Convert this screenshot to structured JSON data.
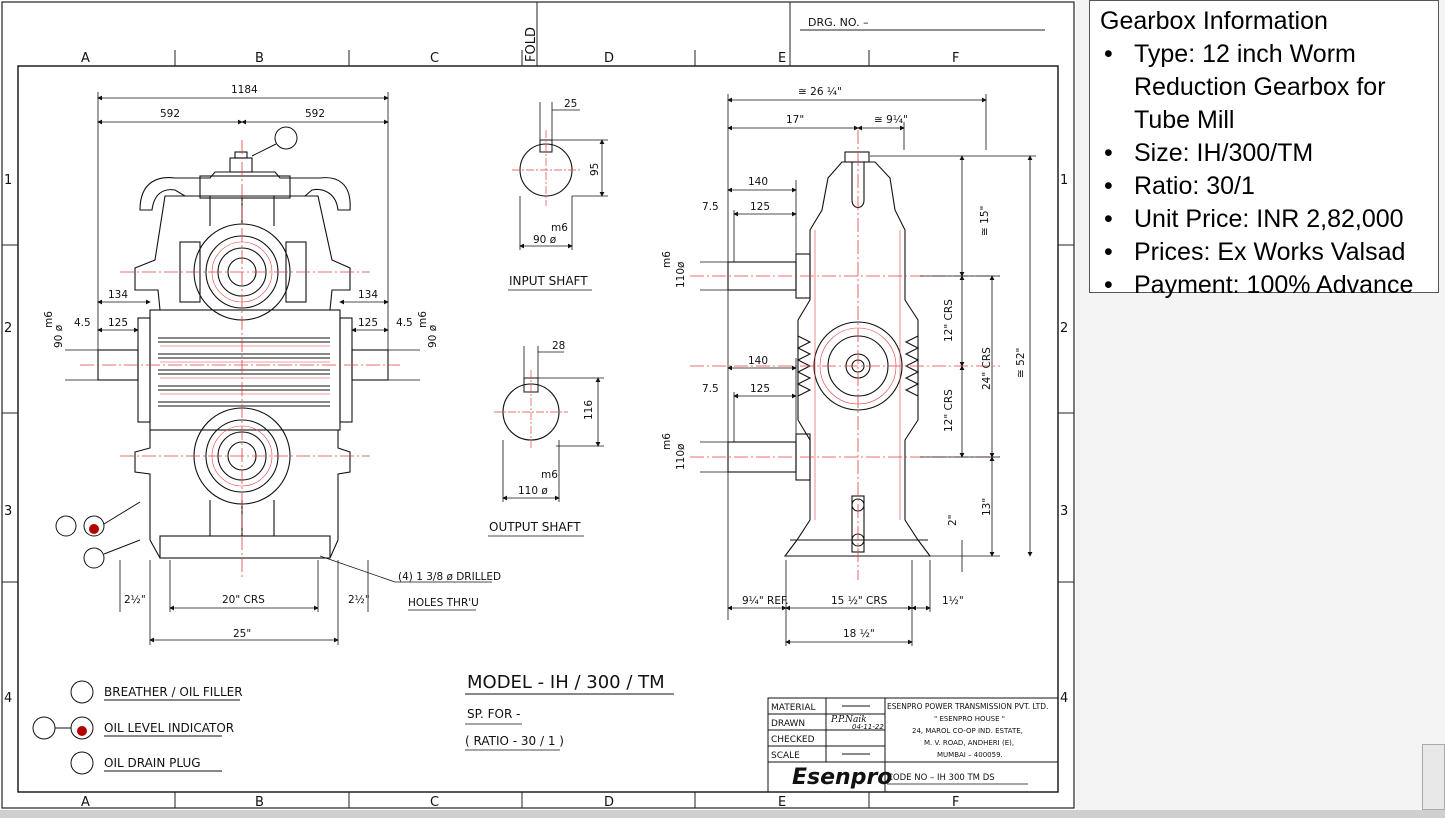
{
  "drawing": {
    "drg_no": "DRG. NO. –",
    "fold": "FOLD",
    "columns": [
      "A",
      "B",
      "C",
      "D",
      "E",
      "F"
    ],
    "rows": [
      "1",
      "2",
      "3",
      "4"
    ],
    "dims_front": {
      "overall": "1184",
      "half_left": "592",
      "half_right": "592",
      "left_134": "134",
      "right_134": "134",
      "left_125": "125",
      "right_125": "125",
      "left_45": "4.5",
      "right_45": "4.5",
      "left_shaft": "90 ø",
      "right_shaft": "90 ø",
      "m6": "m6",
      "base_left": "2½\"",
      "base_right": "2½\"",
      "crs": "20\" CRS",
      "base_width": "25\""
    },
    "holes_note": [
      "(4) 1 3/8 ø DRILLED",
      "HOLES THR'U"
    ],
    "input_shaft": {
      "key": "25",
      "dia": "90 ø",
      "height": "95",
      "tol": "m6",
      "label": "INPUT SHAFT"
    },
    "output_shaft": {
      "key": "28",
      "dia": "110 ø",
      "height": "116",
      "tol": "m6",
      "label": "OUTPUT SHAFT"
    },
    "dims_side": {
      "top": "≅ 26 ¼\"",
      "d17": "17\"",
      "d9": "≅ 9¼\"",
      "d140a": "140",
      "d125a": "125",
      "d75a": "7.5",
      "shaft_a": "110ø",
      "m6a": "m6",
      "d140b": "140",
      "d125b": "125",
      "d75b": "7.5",
      "shaft_b": "110ø",
      "m6b": "m6",
      "h15": "≅ 15\"",
      "crs12a": "12\" CRS",
      "crs24": "24\" CRS",
      "h52": "≅ 52\"",
      "crs12b": "12\" CRS",
      "h13": "13\"",
      "h2": "2\"",
      "ref": "9¼\" REF.",
      "crs15": "15 ½\" CRS",
      "d1half": "1½\"",
      "base": "18 ½\""
    },
    "legend": [
      "BREATHER / OIL FILLER",
      "OIL LEVEL INDICATOR",
      "OIL DRAIN PLUG"
    ],
    "model": "MODEL  -  IH / 300 / TM",
    "sp_for": "SP. FOR -",
    "ratio": "( RATIO - 30 / 1 )",
    "title_block": {
      "material": "MATERIAL",
      "drawn": "DRAWN",
      "checked": "CHECKED",
      "scale": "SCALE",
      "drawn_by": "P.P.Naik",
      "drawn_date": "04-11-22",
      "company": "ESENPRO POWER TRANSMISSION PVT. LTD.",
      "house": "\" ESENPRO  HOUSE \"",
      "addr1": "24, MAROL CO-OP IND. ESTATE,",
      "addr2": "M. V. ROAD, ANDHERI (E),",
      "addr3": "MUMBAI – 400059.",
      "logo": "Esenpro",
      "code": "CODE NO – IH 300 TM DS"
    }
  },
  "info": {
    "title": "Gearbox Information",
    "items": [
      "Type: 12 inch Worm Reduction Gearbox for Tube Mill",
      "Size: IH/300/TM",
      "Ratio: 30/1",
      "Unit Price: INR 2,82,000",
      "Prices: Ex Works Valsad",
      "Payment: 100% Advance"
    ]
  }
}
